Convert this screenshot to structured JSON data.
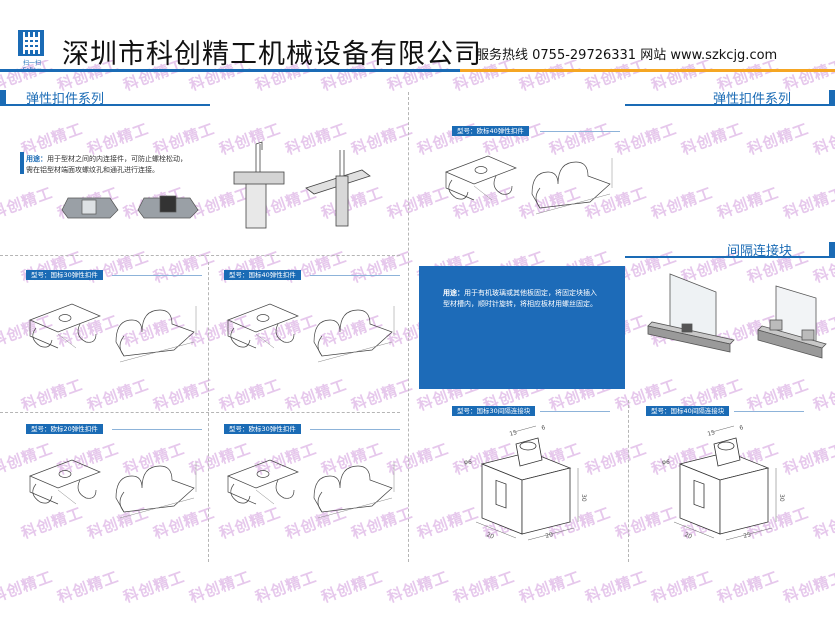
{
  "header": {
    "qr_caption": "扫一扫 Follow",
    "company": "深圳市科创精工机械设备有限公司",
    "contact": "服务热线 0755-29726331 网站 www.szkcjg.com"
  },
  "colors": {
    "brand": "#1a6bb5",
    "accent_line": "#f5a623",
    "watermark": "#e6c8ec"
  },
  "watermark_text": "科创精工",
  "sections": {
    "left": "弹性扣件系列",
    "right_top": "弹性扣件系列",
    "right_mid": "间隔连接块"
  },
  "usage_elastic": {
    "label": "用途：",
    "line1": "用于型材之间的内连接件，可防止螺栓松动，",
    "line2": "需在铝型材端面攻螺纹孔和通孔进行连接。"
  },
  "usage_spacer": {
    "label": "用途：",
    "line1": "用于有机玻璃或其他板固定，将固定块插入",
    "line2": "型材槽内，顺时针旋转，将相应板材用螺丝固定。"
  },
  "models": {
    "eu40": "型号：欧标40弹性扣件",
    "gb30": "型号：国标30弹性扣件",
    "gb40": "型号：国标40弹性扣件",
    "eu20": "型号：欧标20弹性扣件",
    "eu30": "型号：欧标30弹性扣件",
    "gb30_spacer": "型号：国标30间隔连接块",
    "gb40_spacer": "型号：国标40间隔连接块"
  },
  "dims": {
    "s30": {
      "top_a": "15",
      "top_b": "6",
      "hole": "φ6",
      "height": "30",
      "d1": "20",
      "d2": "20"
    },
    "s40": {
      "top_a": "15",
      "top_b": "6",
      "hole": "φ6",
      "height": "30",
      "d1": "20",
      "d2": "25"
    }
  }
}
